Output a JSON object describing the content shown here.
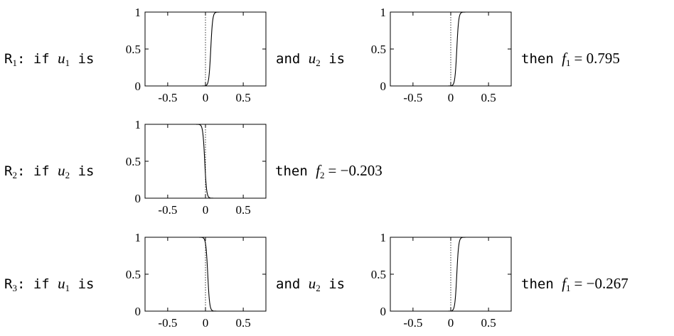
{
  "rules": [
    {
      "id": "R",
      "index": "1",
      "prefix": ": if ",
      "then_text": "then ",
      "consequent_var": "f",
      "consequent_sub": "1",
      "consequent_value": "= 0.795",
      "antecedents": [
        {
          "connector": "",
          "var": "u",
          "sub": "1",
          "is": " is",
          "membership": "sigmoid-rising",
          "center": 0.07
        },
        {
          "connector": "and ",
          "var": "u",
          "sub": "2",
          "is": " is",
          "membership": "sigmoid-rising",
          "center": 0.08
        }
      ]
    },
    {
      "id": "R",
      "index": "2",
      "prefix": ": if ",
      "then_text": "then ",
      "consequent_var": "f",
      "consequent_sub": "2",
      "consequent_value": "= −0.203",
      "antecedents": [
        {
          "connector": "",
          "var": "u",
          "sub": "2",
          "is": " is",
          "membership": "sigmoid-falling",
          "center": -0.01
        }
      ]
    },
    {
      "id": "R",
      "index": "3",
      "prefix": ": if ",
      "then_text": "then ",
      "consequent_var": "f",
      "consequent_sub": "1",
      "consequent_value": "= −0.267",
      "antecedents": [
        {
          "connector": "",
          "var": "u",
          "sub": "1",
          "is": " is",
          "membership": "sigmoid-falling",
          "center": 0.03
        },
        {
          "connector": "and ",
          "var": "u",
          "sub": "2",
          "is": " is",
          "membership": "sigmoid-rising",
          "center": 0.08
        }
      ]
    }
  ],
  "plot_axes": {
    "xlim": [
      -0.8,
      0.8
    ],
    "ylim": [
      0,
      1
    ],
    "xticks": [
      -0.5,
      0,
      0.5
    ],
    "xtick_labels": [
      "-0.5",
      "0",
      "0.5"
    ],
    "yticks": [
      0,
      0.5,
      1
    ],
    "ytick_labels": [
      "0",
      "0.5",
      "1"
    ],
    "zero_line": "dotted"
  }
}
